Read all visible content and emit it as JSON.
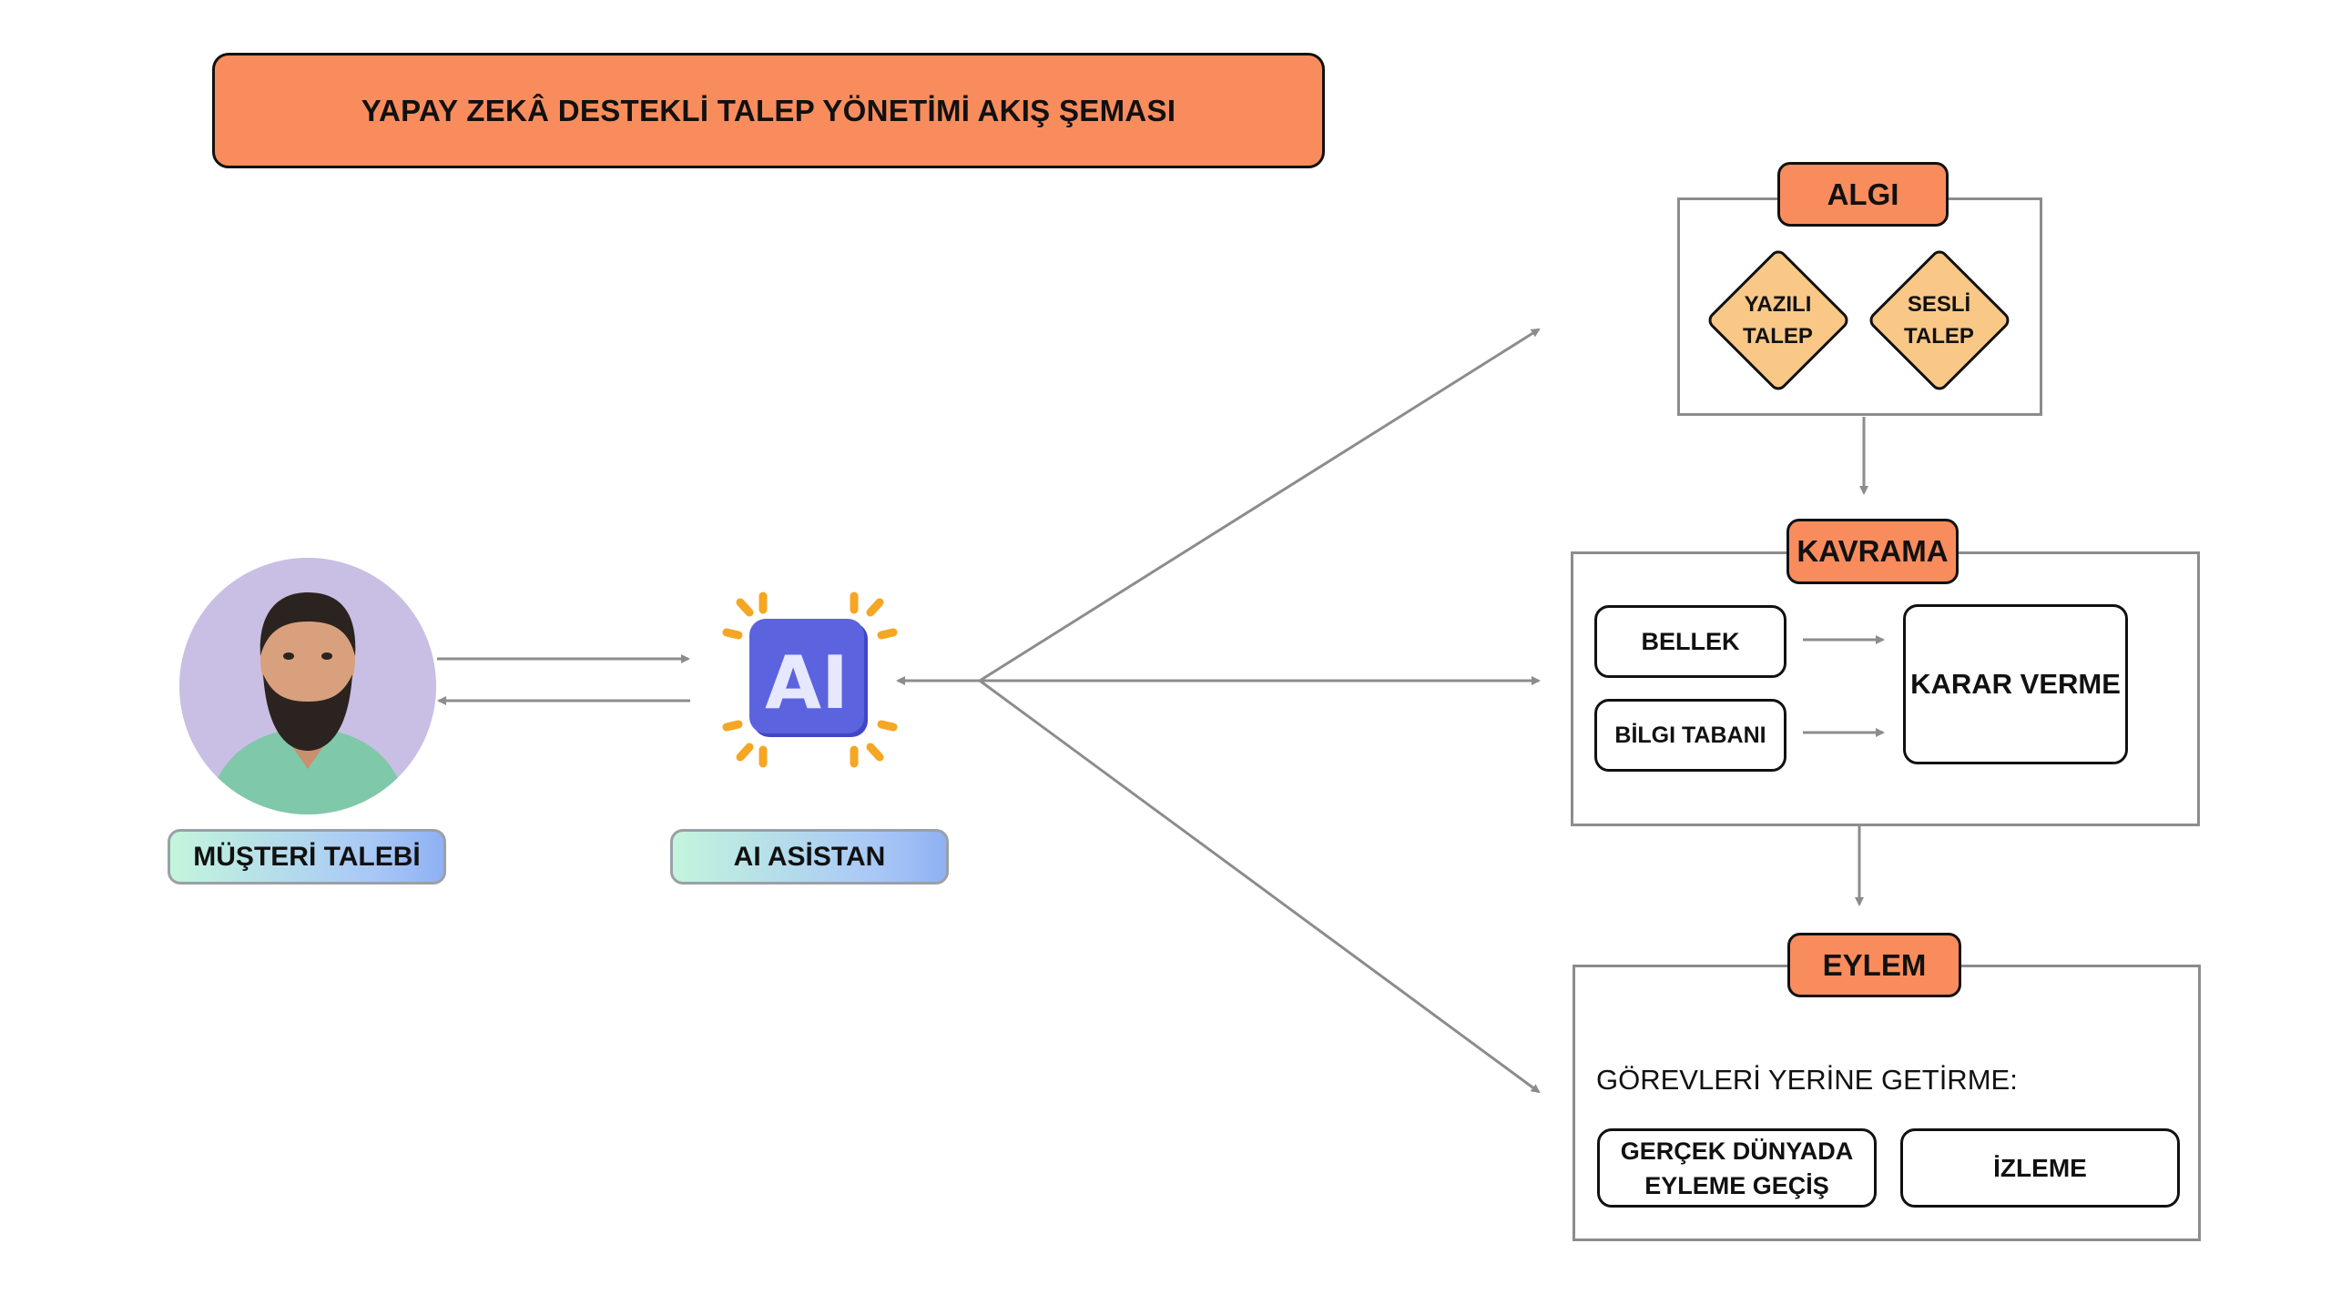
{
  "title": "YAPAY ZEKÂ DESTEKLİ TALEP YÖNETİMİ AKIŞ ŞEMASI",
  "customer": {
    "label": "MÜŞTERİ TALEBİ"
  },
  "assistant": {
    "label": "AI ASİSTAN",
    "icon_text": "AI"
  },
  "algi": {
    "header": "ALGI",
    "inputs": [
      {
        "line1": "YAZILI",
        "line2": "TALEP"
      },
      {
        "line1": "SESLİ",
        "line2": "TALEP"
      }
    ]
  },
  "kavrama": {
    "header": "KAVRAMA",
    "memory": "BELLEK",
    "knowledge_base": "BİLGI TABANI",
    "decision": "KARAR VERME"
  },
  "eylem": {
    "header": "EYLEM",
    "subtitle": "GÖREVLERİ YERİNE GETİRME:",
    "real_world": {
      "line1": "GERÇEK DÜNYADA",
      "line2": "EYLEME GEÇİŞ"
    },
    "monitoring": "İZLEME"
  },
  "colors": {
    "header_fill": "#f98c5d",
    "diamond_fill": "#f9c887",
    "connector": "#8c8c8c",
    "ai_icon": "#5b63df",
    "ai_rays": "#f5a623"
  }
}
